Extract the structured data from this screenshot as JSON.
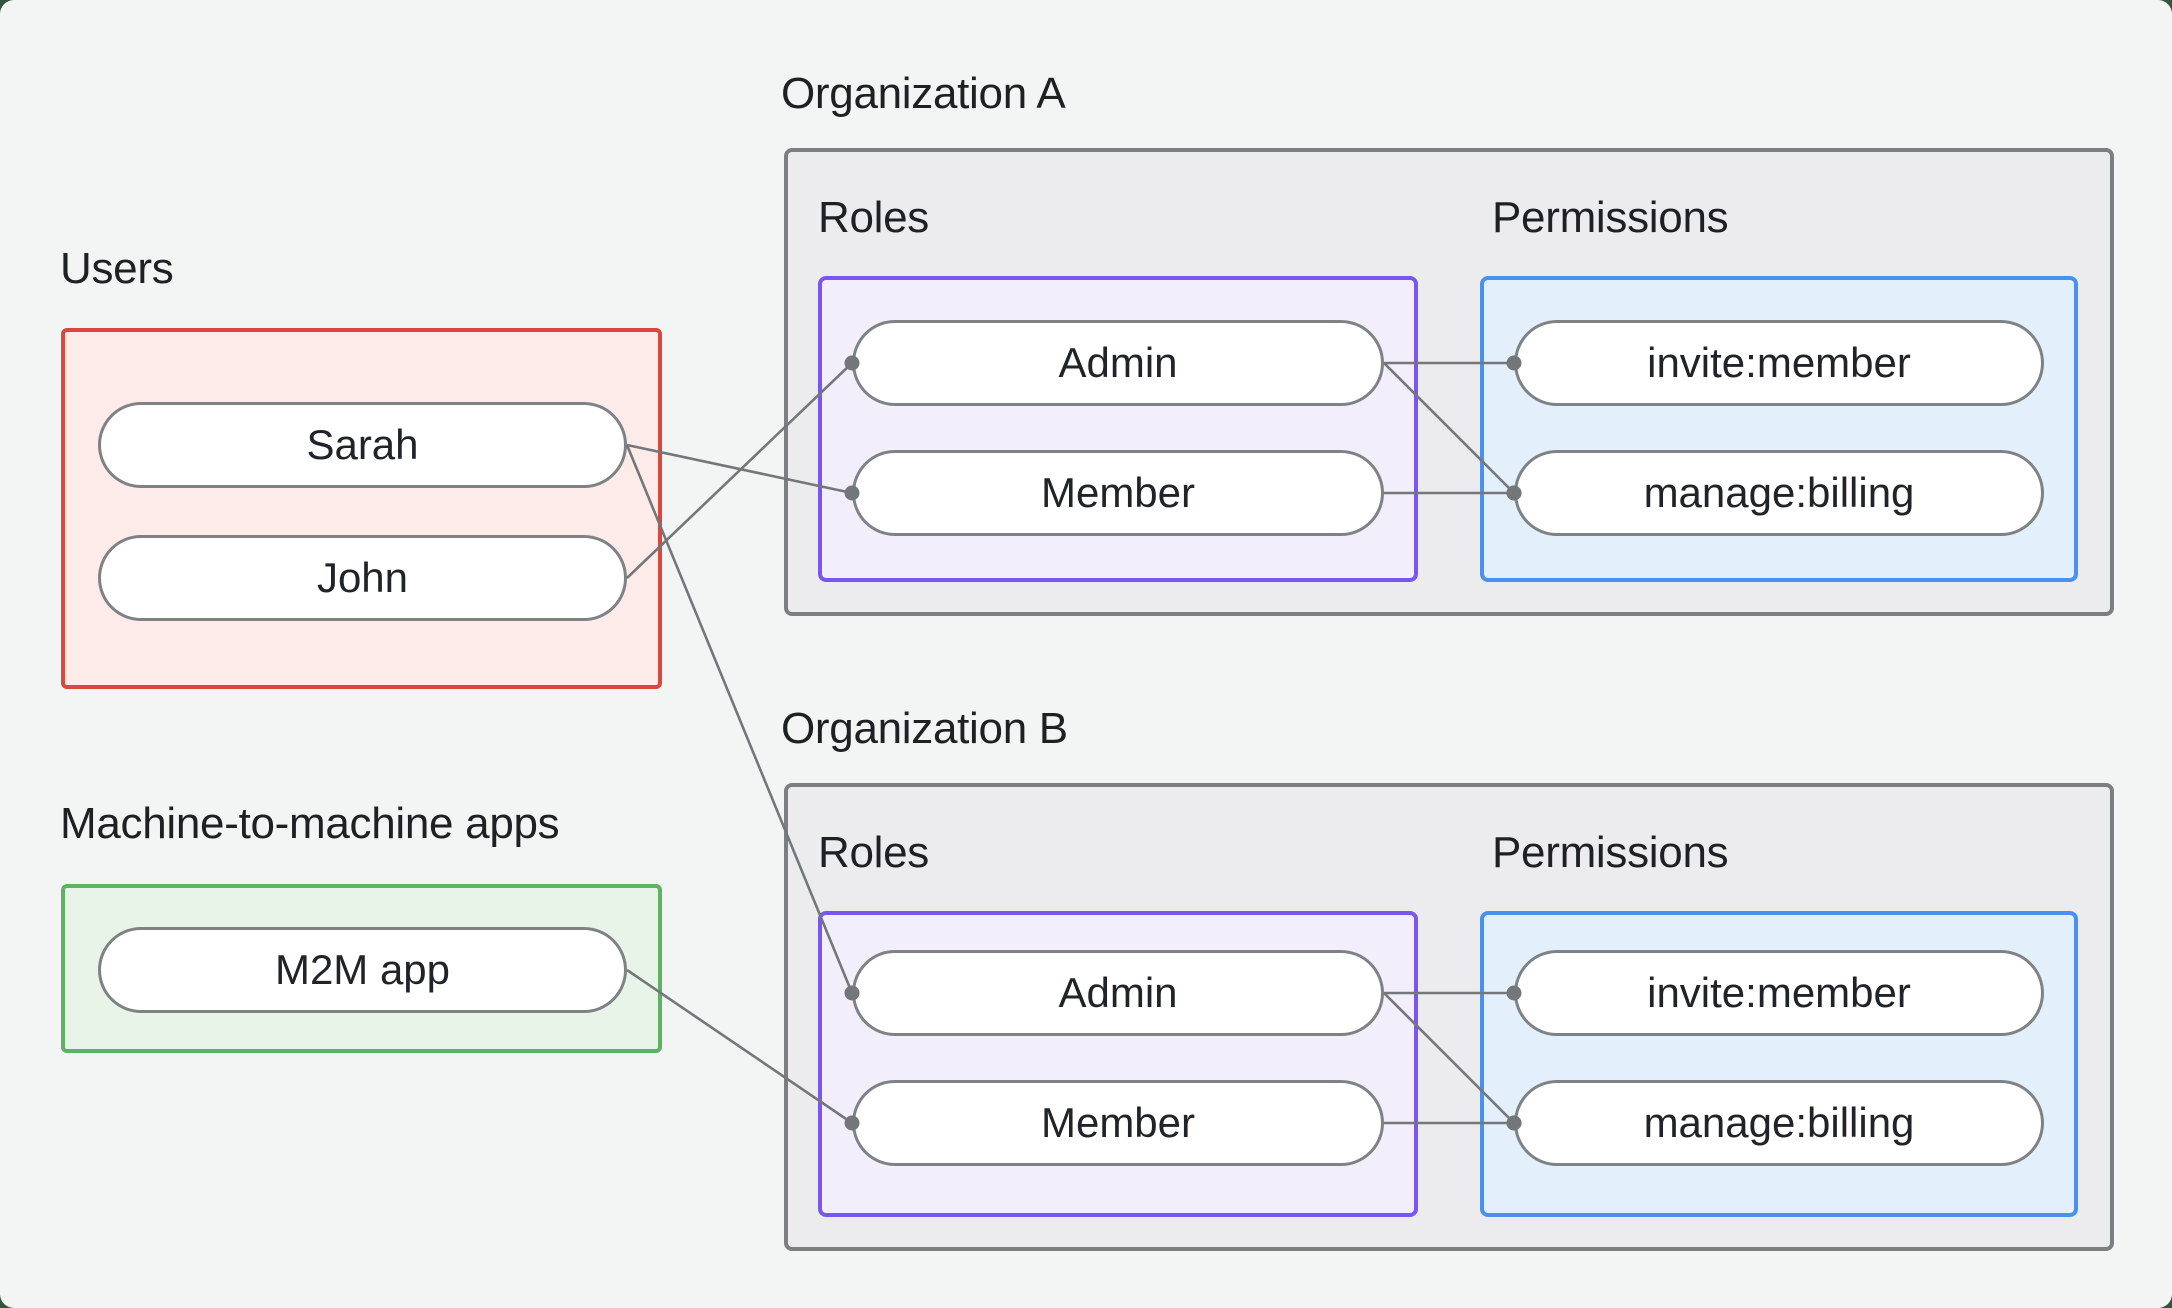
{
  "canvas": {
    "background": "#f3f5f4",
    "corner_background": "#35543f"
  },
  "styles": {
    "line_color": "#74777a",
    "line_width": 2.6,
    "dot_radius": 7.5,
    "pill_border": "#7f8285",
    "heading_text": "#1d2124",
    "pill_text": "#202428"
  },
  "users_group": {
    "label": "Users",
    "border_color": "#d9473d",
    "fill_color": "#fcebe9",
    "nodes": [
      {
        "id": "sarah",
        "label": "Sarah"
      },
      {
        "id": "john",
        "label": "John"
      }
    ]
  },
  "m2m_group": {
    "label": "Machine-to-machine apps",
    "border_color": "#5fb264",
    "fill_color": "#e9f4e9",
    "nodes": [
      {
        "id": "m2m_app",
        "label": "M2M app"
      }
    ]
  },
  "org_a": {
    "title": "Organization A",
    "roles_label": "Roles",
    "permissions_label": "Permissions",
    "box_border_color": "#7c7f82",
    "roles_border_color": "#7a56f0",
    "permissions_border_color": "#4a90ef",
    "roles": [
      {
        "id": "orgA_admin",
        "label": "Admin"
      },
      {
        "id": "orgA_member",
        "label": "Member"
      }
    ],
    "permissions": [
      {
        "id": "orgA_invite",
        "label": "invite:member"
      },
      {
        "id": "orgA_manage",
        "label": "manage:billing"
      }
    ]
  },
  "org_b": {
    "title": "Organization B",
    "roles_label": "Roles",
    "permissions_label": "Permissions",
    "box_border_color": "#7c7f82",
    "roles_border_color": "#7a56f0",
    "permissions_border_color": "#4a90ef",
    "roles": [
      {
        "id": "orgB_admin",
        "label": "Admin"
      },
      {
        "id": "orgB_member",
        "label": "Member"
      }
    ],
    "permissions": [
      {
        "id": "orgB_invite",
        "label": "invite:member"
      },
      {
        "id": "orgB_manage",
        "label": "manage:billing"
      }
    ]
  },
  "edges": [
    {
      "from": "sarah",
      "to": "orgA_member"
    },
    {
      "from": "john",
      "to": "orgA_admin"
    },
    {
      "from": "sarah",
      "to": "orgB_admin"
    },
    {
      "from": "m2m_app",
      "to": "orgB_member"
    },
    {
      "from": "orgA_admin",
      "to": "orgA_invite"
    },
    {
      "from": "orgA_admin",
      "to": "orgA_manage"
    },
    {
      "from": "orgA_member",
      "to": "orgA_manage"
    },
    {
      "from": "orgB_admin",
      "to": "orgB_invite"
    },
    {
      "from": "orgB_admin",
      "to": "orgB_manage"
    },
    {
      "from": "orgB_member",
      "to": "orgB_manage"
    }
  ]
}
